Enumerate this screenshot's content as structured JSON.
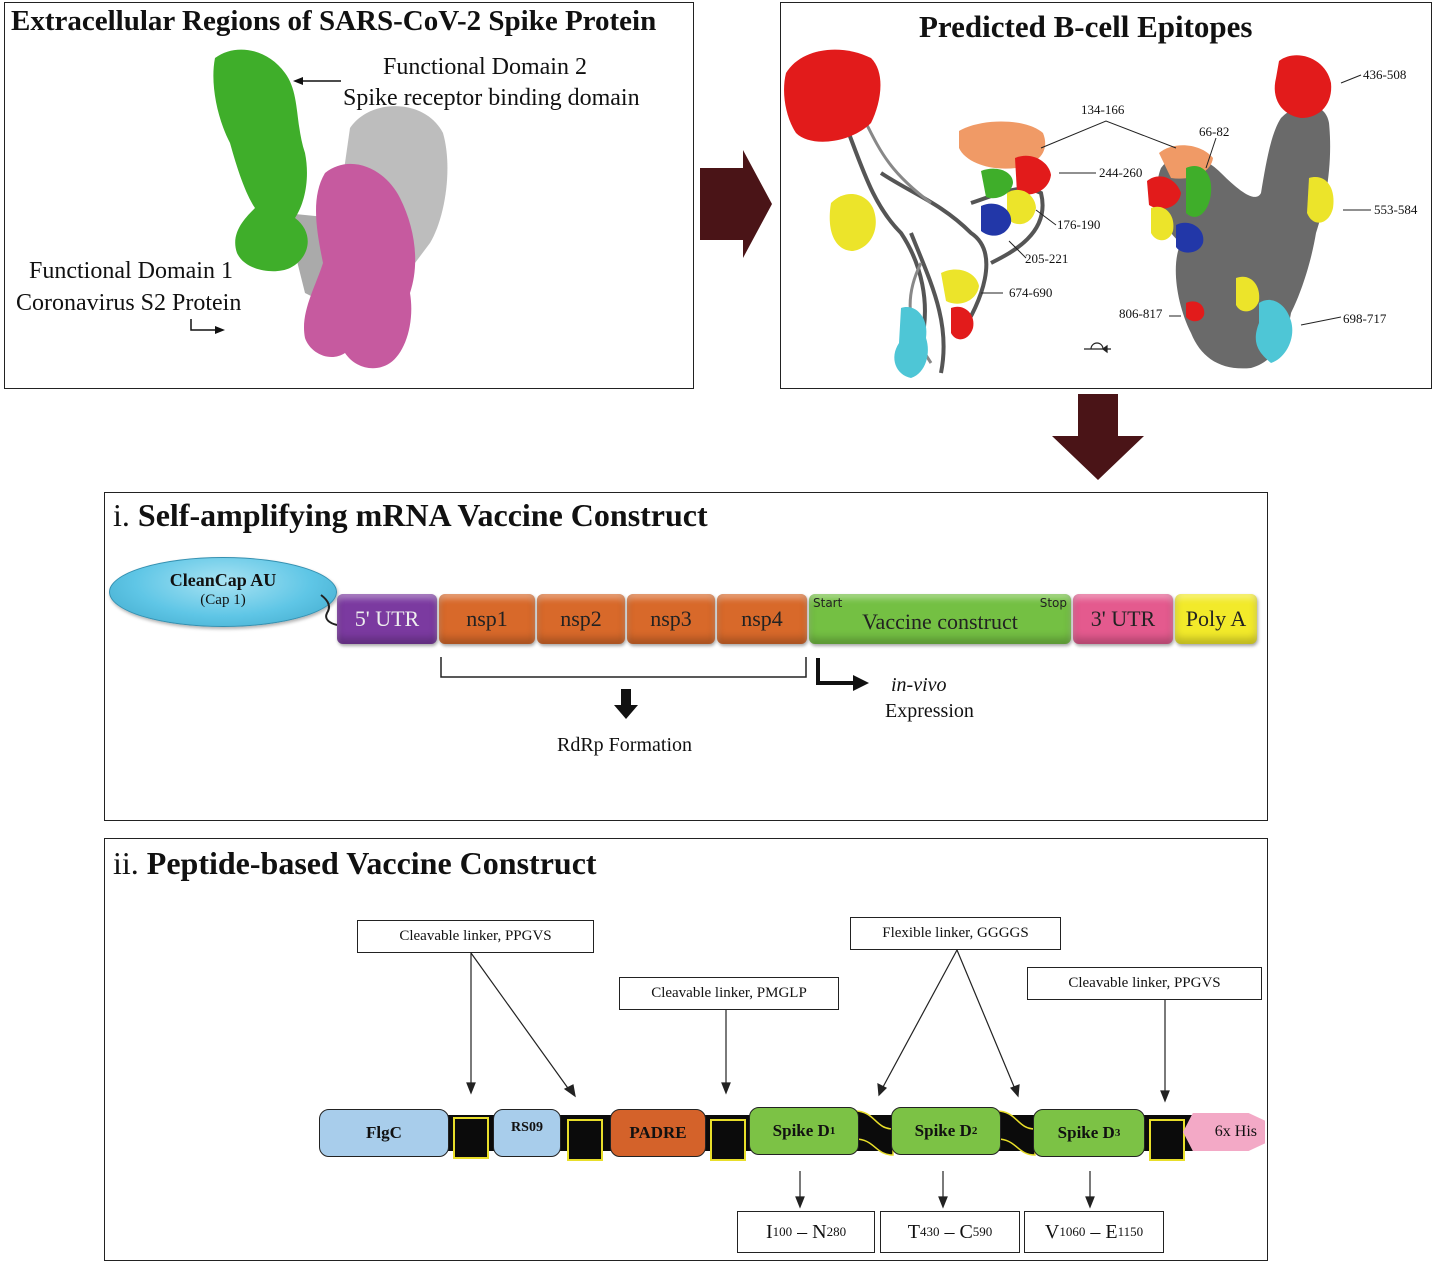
{
  "colors": {
    "arrow_dark": "#4a1417",
    "domain2_green": "#3fae2a",
    "domain1_pink": "#c65a9f",
    "gray_structure": "#b8b8b8",
    "epitope_red": "#e21b1b",
    "epitope_yellow": "#ece42a",
    "epitope_blue": "#2237a8",
    "epitope_cyan": "#4ec6d6",
    "epitope_orange": "#f09a66",
    "cap_blue": "#5fc6e6",
    "utr5_purple": "#7b3aa0",
    "nsp_orange": "#d8692a",
    "vaccine_green": "#74c043",
    "utr3_pink": "#e45a8e",
    "polya_yellow": "#f2ea2a",
    "flgc_blue": "#a8cdeb",
    "padre_orange": "#d4622a",
    "spike_green": "#7cc245",
    "his_pink": "#f3a9c6"
  },
  "panel_a": {
    "title": "Extracellular Regions of SARS-CoV-2 Spike Protein",
    "domain2_line1": "Functional Domain 2",
    "domain2_line2": "Spike receptor binding domain",
    "domain1_line1": "Functional Domain 1",
    "domain1_line2": "Coronavirus S2 Protein"
  },
  "panel_b": {
    "title": "Predicted B-cell Epitopes",
    "epitopes": [
      "134-166",
      "244-260",
      "176-190",
      "205-221",
      "674-690",
      "66-82",
      "436-508",
      "553-584",
      "806-817",
      "698-717"
    ]
  },
  "panel_i": {
    "prefix": "i.",
    "title": "Self-amplifying mRNA Vaccine Construct",
    "cap_label": "CleanCap AU",
    "cap_sub": "(Cap 1)",
    "segments": [
      "5' UTR",
      "nsp1",
      "nsp2",
      "nsp3",
      "nsp4",
      "Vaccine construct",
      "3' UTR",
      "Poly A"
    ],
    "start_label": "Start",
    "stop_label": "Stop",
    "rdrp_label": "RdRp Formation",
    "expression_italic": "in-vivo",
    "expression_label": "Expression"
  },
  "panel_ii": {
    "prefix": "ii.",
    "title": "Peptide-based Vaccine Construct",
    "linkers": [
      "Cleavable linker, PPGVS",
      "Cleavable linker, PMGLP",
      "Flexible linker, GGGGS",
      "Cleavable linker, PPGVS"
    ],
    "blocks": [
      "FlgC",
      "RS09",
      "PADRE"
    ],
    "spike": [
      {
        "base": "Spike D",
        "sub": "1"
      },
      {
        "base": "Spike D",
        "sub": "2"
      },
      {
        "base": "Spike D",
        "sub": "3"
      }
    ],
    "tag": "6x His",
    "ranges": [
      {
        "a": "I",
        "a_sub": "100",
        "dash": " – ",
        "b": "N",
        "b_sub": "280"
      },
      {
        "a": "T",
        "a_sub": "430",
        "dash": " – ",
        "b": "C",
        "b_sub": "590"
      },
      {
        "a": "V",
        "a_sub": "1060",
        "dash": " – ",
        "b": "E",
        "b_sub": "1150"
      }
    ]
  }
}
